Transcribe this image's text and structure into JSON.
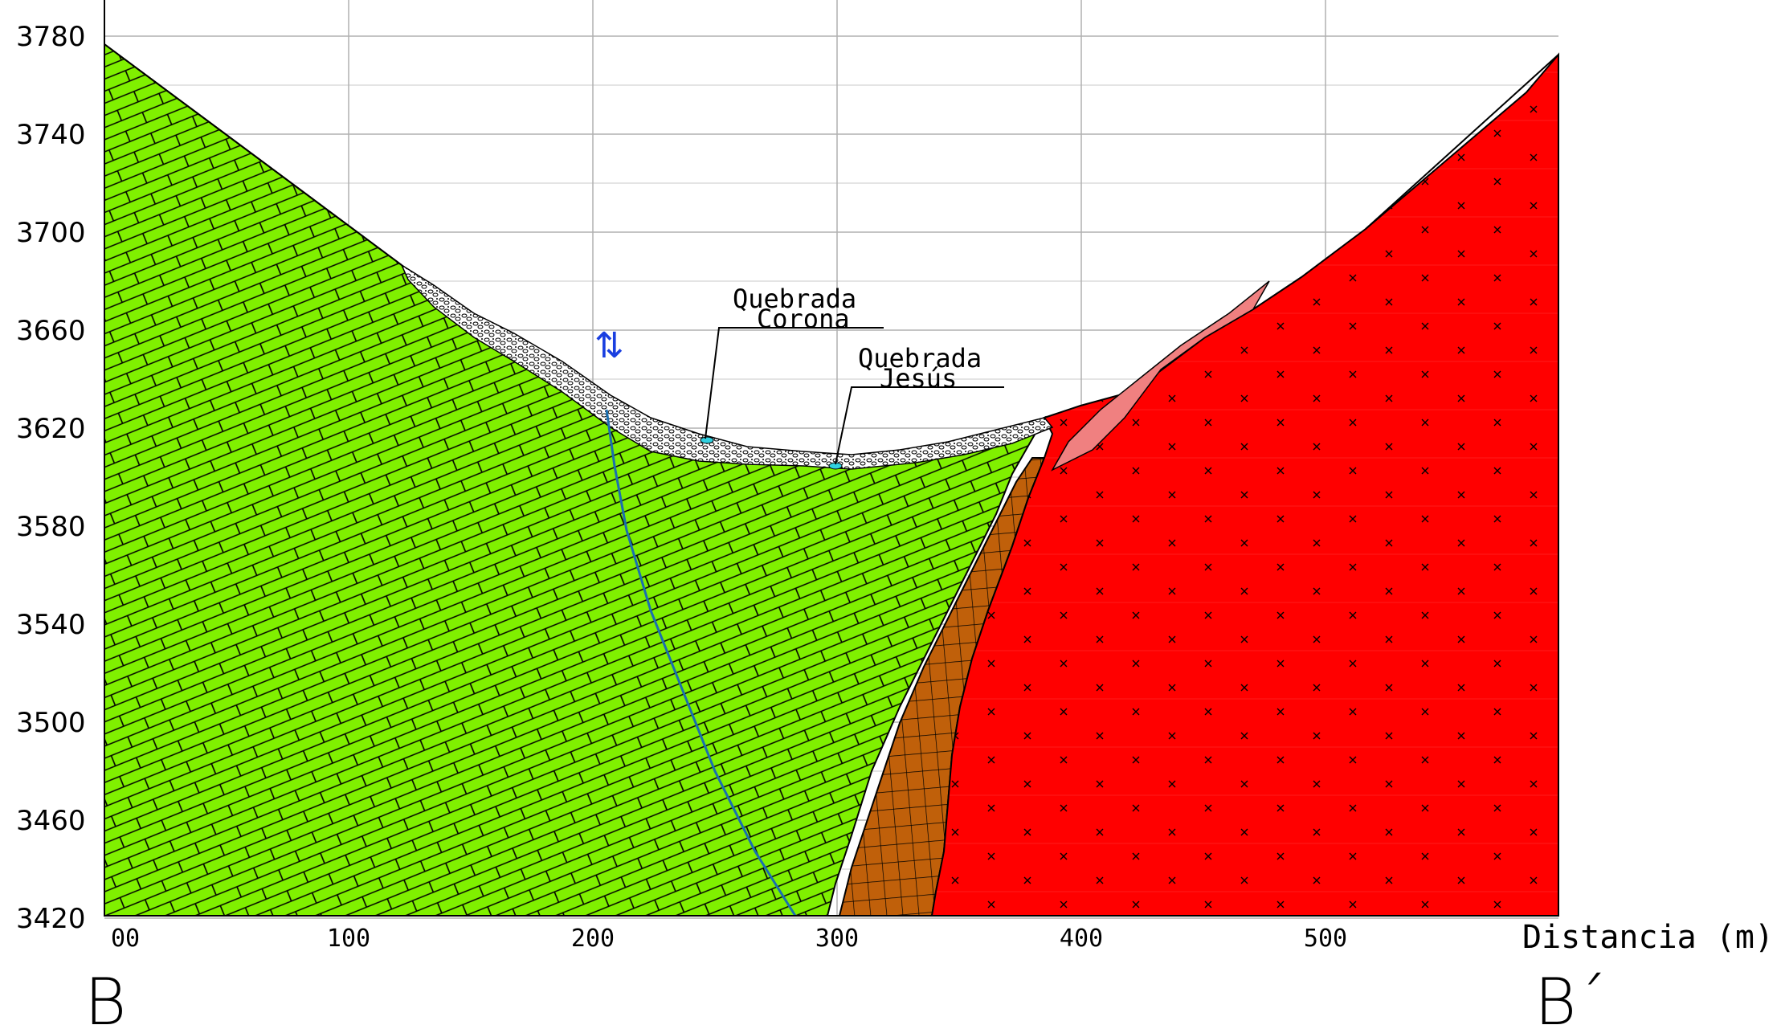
{
  "y_axis": {
    "ticks": [
      "3780",
      "3740",
      "3700",
      "3660",
      "3620",
      "3580",
      "3540",
      "3500",
      "3460",
      "3420"
    ]
  },
  "x_axis": {
    "ticks": [
      "00",
      "100",
      "200",
      "300",
      "400",
      "500"
    ],
    "label": "Distancia (m)"
  },
  "section_ends": {
    "left": "B",
    "right": "B´"
  },
  "annotations": {
    "stream_1_line1": "Quebrada",
    "stream_1_line2": "Corona",
    "stream_2_line1": "Quebrada",
    "stream_2_line2": "Jesús"
  },
  "fault_symbol": "⇅",
  "colors": {
    "limestone": "#80f000",
    "intrusive": "#ff0000",
    "breccia": "#c0600a",
    "altered": "#f08080",
    "fault": "#1a6fb0",
    "water": "#30d0e0"
  }
}
